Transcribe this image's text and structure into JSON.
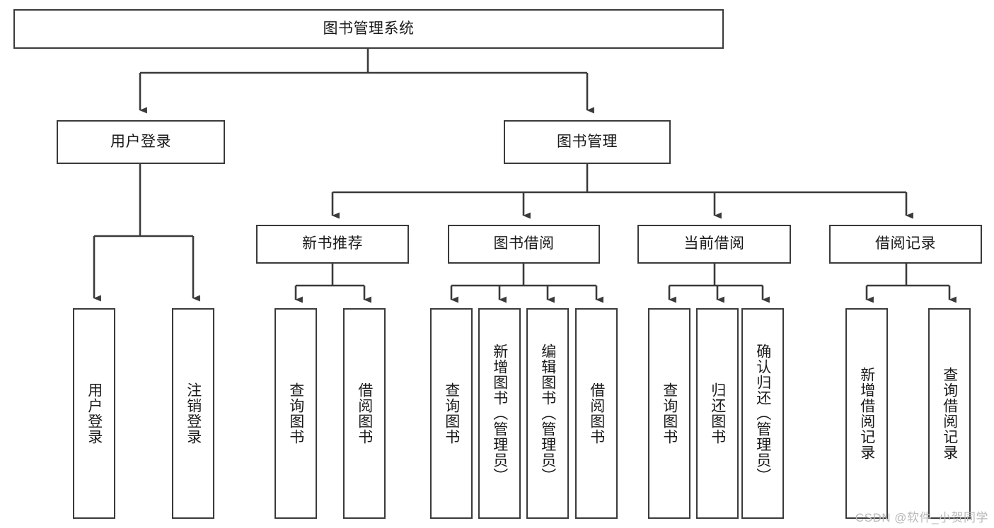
{
  "diagram": {
    "type": "tree-hierarchy",
    "title": "图书管理系统",
    "watermark": "CSDN @软件_小贺同学",
    "colors": {
      "box_border": "#3a3a3a",
      "box_fill": "#ffffff",
      "connector": "#3a3a3a",
      "text": "#1a1a1a",
      "watermark": "#b9b9b9"
    },
    "levels": {
      "root": {
        "label": "图书管理系统"
      },
      "level2": [
        {
          "label": "用户登录"
        },
        {
          "label": "图书管理"
        }
      ],
      "level3": [
        {
          "label": "新书推荐"
        },
        {
          "label": "图书借阅"
        },
        {
          "label": "当前借阅"
        },
        {
          "label": "借阅记录"
        }
      ]
    },
    "leaves": {
      "user_login": [
        {
          "label": "用户登录"
        },
        {
          "label": "注销登录"
        }
      ],
      "new_book_recommend": [
        {
          "label": "查询图书"
        },
        {
          "label": "借阅图书"
        }
      ],
      "book_borrow": [
        {
          "label": "查询图书"
        },
        {
          "label": "新增图书（管理员）"
        },
        {
          "label": "编辑图书（管理员）"
        },
        {
          "label": "借阅图书"
        }
      ],
      "current_borrow": [
        {
          "label": "查询图书"
        },
        {
          "label": "归还图书"
        },
        {
          "label": "确认归还（管理员）"
        }
      ],
      "borrow_record": [
        {
          "label": "新增借阅记录"
        },
        {
          "label": "查询借阅记录"
        }
      ]
    }
  }
}
